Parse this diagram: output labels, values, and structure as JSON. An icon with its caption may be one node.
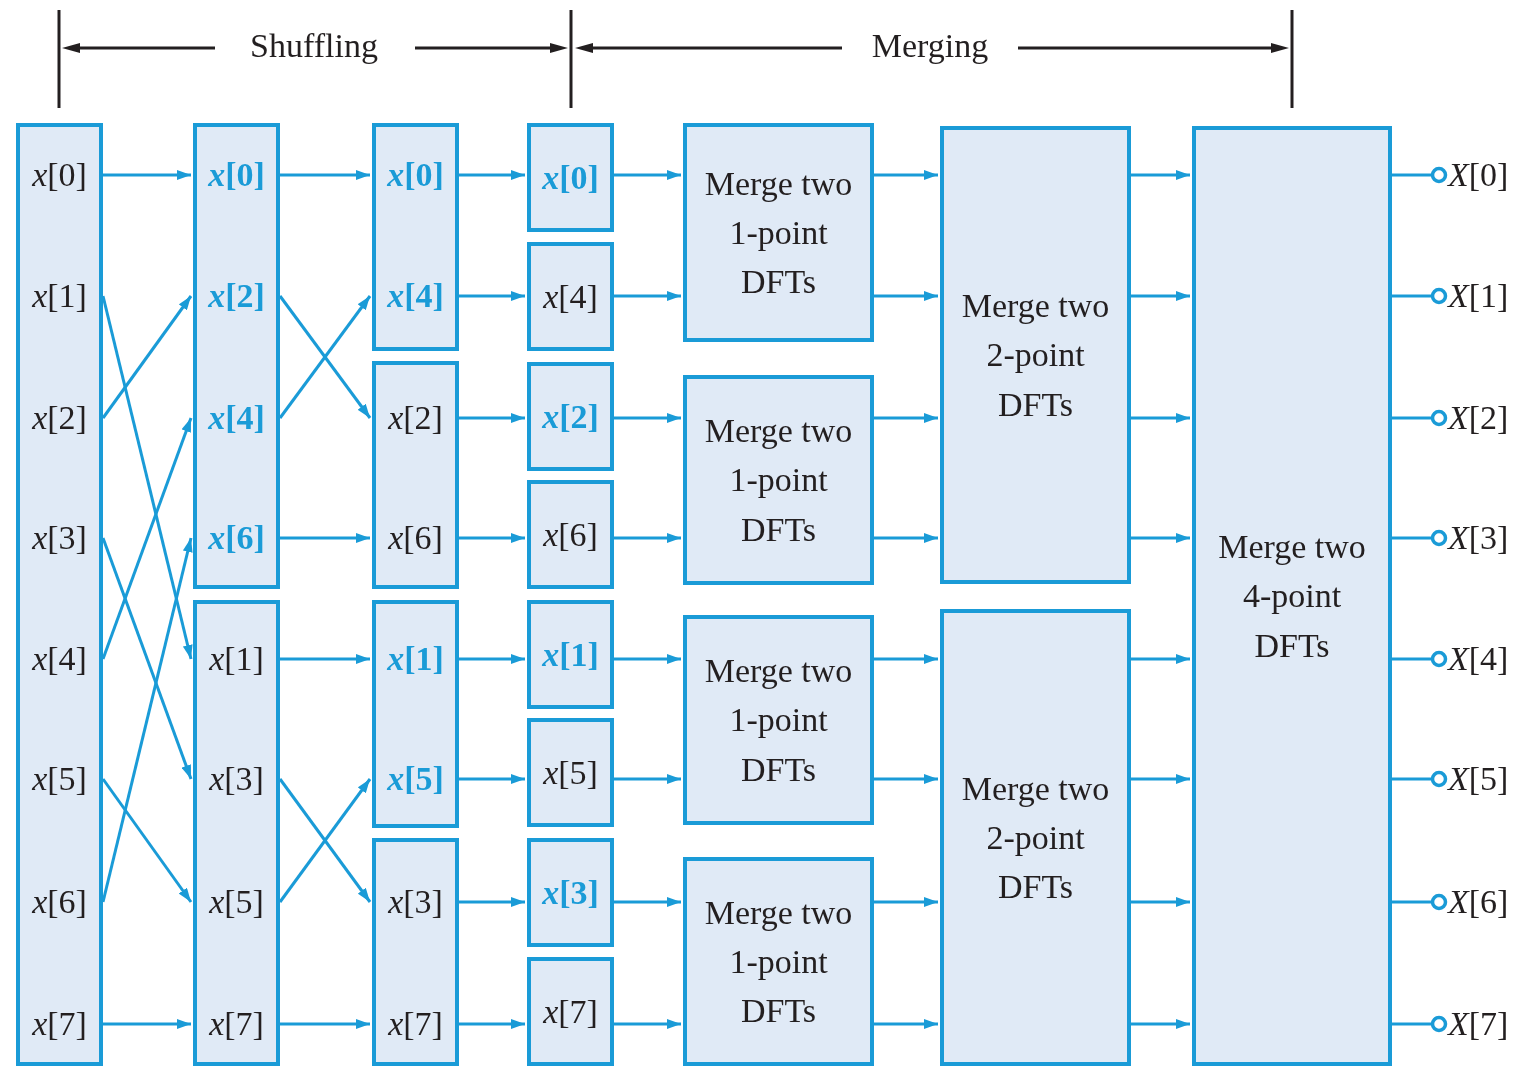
{
  "diagram": {
    "nodes": [
      {
        "text": [],
        "shape": "box"
      },
      {
        "text": [
          "*x*[0]"
        ],
        "in": 0
      },
      {
        "text": [
          "*x*[1]"
        ],
        "in": 0
      },
      {
        "text": [
          "*x*[2]"
        ],
        "in": 0
      },
      {
        "text": [
          "*x*[3]"
        ],
        "in": 0
      },
      {
        "text": [
          "*x*[4]"
        ],
        "in": 0
      },
      {
        "text": [
          "*x*[5]"
        ],
        "in": 0
      },
      {
        "text": [
          "*x*[6]"
        ],
        "in": 0
      },
      {
        "text": [
          "*x*[7]"
        ],
        "in": 0
      },
      {
        "text": [],
        "shape": "box"
      },
      {
        "text": [
          "***x*[0]**"
        ],
        "in": 9
      },
      {
        "text": [
          "***x*[2]**"
        ],
        "in": 9
      },
      {
        "text": [
          "***x*[4]**"
        ],
        "in": 9
      },
      {
        "text": [
          "***x*[6]**"
        ],
        "in": 9
      },
      {
        "text": [],
        "shape": "box"
      },
      {
        "text": [
          "*x*[1]"
        ],
        "in": 14
      },
      {
        "text": [
          "*x*[3]"
        ],
        "in": 14
      },
      {
        "text": [
          "*x*[5]"
        ],
        "in": 14
      },
      {
        "text": [
          "*x*[7]"
        ],
        "in": 14
      },
      {
        "text": [],
        "shape": "box"
      },
      {
        "text": [
          "***x*[0]**"
        ],
        "in": 19
      },
      {
        "text": [
          "***x*[4]**"
        ],
        "in": 19
      },
      {
        "text": [],
        "shape": "box"
      },
      {
        "text": [
          "*x*[2]"
        ],
        "in": 22
      },
      {
        "text": [
          "*x*[6]"
        ],
        "in": 22
      },
      {
        "text": [],
        "shape": "box"
      },
      {
        "text": [
          "***x*[1]**"
        ],
        "in": 25
      },
      {
        "text": [
          "***x*[5]**"
        ],
        "in": 25
      },
      {
        "text": [],
        "shape": "box"
      },
      {
        "text": [
          "*x*[3]"
        ],
        "in": 28
      },
      {
        "text": [
          "*x*[7]"
        ],
        "in": 28
      },
      {
        "text": [
          "***x*[0]**"
        ]
      },
      {
        "text": [
          "*x*[4]"
        ]
      },
      {
        "text": [
          "***x*[2]**"
        ]
      },
      {
        "text": [
          "*x*[6]"
        ]
      },
      {
        "text": [
          "***x*[1]**"
        ]
      },
      {
        "text": [
          "*x*[5]"
        ]
      },
      {
        "text": [
          "***x*[3]**"
        ]
      },
      {
        "text": [
          "*x*[7]"
        ]
      },
      {
        "text": [
          "Merge two 1-point DFTs"
        ]
      },
      {
        "text": [
          "Merge two 1-point DFTs"
        ]
      },
      {
        "text": [
          "Merge two 1-point DFTs"
        ]
      },
      {
        "text": [
          "Merge two 1-point DFTs"
        ]
      },
      {
        "text": [
          "Merge two 2-point DFTs"
        ]
      },
      {
        "text": [
          "Merge two 2-point DFTs"
        ]
      },
      {
        "text": [
          "Merge two 4-point DFTs"
        ]
      },
      {
        "text": [
          "*X*[0]"
        ]
      },
      {
        "text": [
          "*X*[1]"
        ]
      },
      {
        "text": [
          "*X*[2]"
        ]
      },
      {
        "text": [
          "*X*[3]"
        ]
      },
      {
        "text": [
          "*X*[4]"
        ]
      },
      {
        "text": [
          "*X*[5]"
        ]
      },
      {
        "text": [
          "*X*[6]"
        ]
      },
      {
        "text": [
          "*X*[7]"
        ]
      }
    ],
    "edges": [
      {
        "from": 1,
        "to": 10,
        "arrow": "to"
      },
      {
        "from": 2,
        "to": 15,
        "arrow": "to"
      },
      {
        "from": 3,
        "to": 11,
        "arrow": "to"
      },
      {
        "from": 4,
        "to": 16,
        "arrow": "to"
      },
      {
        "from": 5,
        "to": 12,
        "arrow": "to"
      },
      {
        "from": 6,
        "to": 17,
        "arrow": "to"
      },
      {
        "from": 7,
        "to": 13,
        "arrow": "to"
      },
      {
        "from": 8,
        "to": 18,
        "arrow": "to"
      },
      {
        "from": 10,
        "to": 20,
        "arrow": "to"
      },
      {
        "from": 11,
        "to": 23,
        "arrow": "to"
      },
      {
        "from": 12,
        "to": 21,
        "arrow": "to"
      },
      {
        "from": 13,
        "to": 24,
        "arrow": "to"
      },
      {
        "from": 15,
        "to": 26,
        "arrow": "to"
      },
      {
        "from": 16,
        "to": 29,
        "arrow": "to"
      },
      {
        "from": 17,
        "to": 27,
        "arrow": "to"
      },
      {
        "from": 18,
        "to": 30,
        "arrow": "to"
      },
      {
        "from": 20,
        "to": 31,
        "arrow": "to"
      },
      {
        "from": 21,
        "to": 32,
        "arrow": "to"
      },
      {
        "from": 23,
        "to": 33,
        "arrow": "to"
      },
      {
        "from": 24,
        "to": 34,
        "arrow": "to"
      },
      {
        "from": 26,
        "to": 35,
        "arrow": "to"
      },
      {
        "from": 27,
        "to": 36,
        "arrow": "to"
      },
      {
        "from": 29,
        "to": 37,
        "arrow": "to"
      },
      {
        "from": 30,
        "to": 38,
        "arrow": "to"
      },
      {
        "from": 31,
        "to": 39,
        "arrow": "to"
      },
      {
        "from": 32,
        "to": 39,
        "arrow": "to"
      },
      {
        "from": 33,
        "to": 40,
        "arrow": "to"
      },
      {
        "from": 34,
        "to": 40,
        "arrow": "to"
      },
      {
        "from": 35,
        "to": 41,
        "arrow": "to"
      },
      {
        "from": 36,
        "to": 41,
        "arrow": "to"
      },
      {
        "from": 37,
        "to": 42,
        "arrow": "to"
      },
      {
        "from": 38,
        "to": 42,
        "arrow": "to"
      },
      {
        "from": 39,
        "to": 43,
        "arrow": "to"
      },
      {
        "from": 39,
        "to": 43,
        "arrow": "to"
      },
      {
        "from": 40,
        "to": 43,
        "arrow": "to"
      },
      {
        "from": 40,
        "to": 43,
        "arrow": "to"
      },
      {
        "from": 41,
        "to": 44,
        "arrow": "to"
      },
      {
        "from": 41,
        "to": 44,
        "arrow": "to"
      },
      {
        "from": 42,
        "to": 44,
        "arrow": "to"
      },
      {
        "from": 42,
        "to": 44,
        "arrow": "to"
      },
      {
        "from": 43,
        "to": 45,
        "arrow": "to"
      },
      {
        "from": 43,
        "to": 45,
        "arrow": "to"
      },
      {
        "from": 43,
        "to": 45,
        "arrow": "to"
      },
      {
        "from": 43,
        "to": 45,
        "arrow": "to"
      },
      {
        "from": 44,
        "to": 45,
        "arrow": "to"
      },
      {
        "from": 44,
        "to": 45,
        "arrow": "to"
      },
      {
        "from": 44,
        "to": 45,
        "arrow": "to"
      },
      {
        "from": 44,
        "to": 45,
        "arrow": "to"
      },
      {
        "from": 45,
        "to": 46,
        "arrow": "other"
      },
      {
        "from": 45,
        "to": 47,
        "arrow": "other"
      },
      {
        "from": 45,
        "to": 48,
        "arrow": "other"
      },
      {
        "from": 45,
        "to": 49,
        "arrow": "other"
      },
      {
        "from": 45,
        "to": 50,
        "arrow": "other"
      },
      {
        "from": 45,
        "to": 51,
        "arrow": "other"
      },
      {
        "from": 45,
        "to": 52,
        "arrow": "other"
      },
      {
        "from": 45,
        "to": 53,
        "arrow": "other"
      }
    ],
    "labels": [
      "Shuffling",
      "Merging"
    ]
  }
}
